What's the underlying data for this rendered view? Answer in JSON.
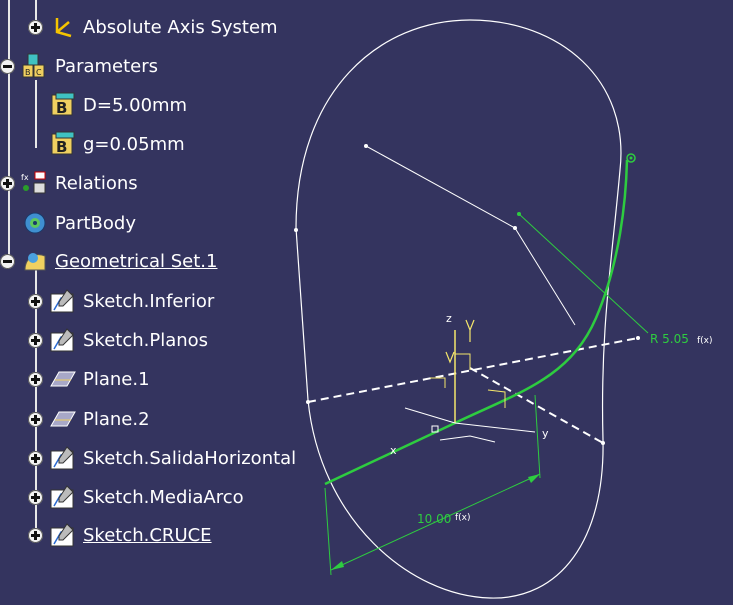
{
  "tree": {
    "items": [
      {
        "label": "Absolute Axis System",
        "expander": "plus",
        "icon": "axis-system-icon",
        "underline": false
      },
      {
        "label": "Parameters",
        "expander": "minus",
        "icon": "parameters-icon",
        "underline": false
      },
      {
        "label": "D=5.00mm",
        "expander": "none",
        "icon": "parameter-icon",
        "underline": false
      },
      {
        "label": "g=0.05mm",
        "expander": "none",
        "icon": "parameter-icon",
        "underline": false
      },
      {
        "label": "Relations",
        "expander": "plus",
        "icon": "relations-icon",
        "underline": false
      },
      {
        "label": "PartBody",
        "expander": "none",
        "icon": "partbody-icon",
        "underline": false
      },
      {
        "label": "Geometrical Set.1",
        "expander": "minus",
        "icon": "geometrical-set-icon",
        "underline": true
      },
      {
        "label": "Sketch.Inferior",
        "expander": "plus",
        "icon": "sketch-icon",
        "underline": false
      },
      {
        "label": "Sketch.Planos",
        "expander": "plus",
        "icon": "sketch-icon",
        "underline": false
      },
      {
        "label": "Plane.1",
        "expander": "plus",
        "icon": "plane-icon",
        "underline": false
      },
      {
        "label": "Plane.2",
        "expander": "plus",
        "icon": "plane-icon",
        "underline": false
      },
      {
        "label": "Sketch.SalidaHorizontal",
        "expander": "plus",
        "icon": "sketch-icon",
        "underline": false
      },
      {
        "label": "Sketch.MediaArco",
        "expander": "plus",
        "icon": "sketch-icon",
        "underline": false
      },
      {
        "label": "Sketch.CRUCE",
        "expander": "plus",
        "icon": "sketch-icon",
        "underline": true
      }
    ]
  },
  "viewport": {
    "dimension_radius": "R 5.05",
    "dimension_length": "10.00",
    "formula_marker": "f(x)",
    "axis_z": "z",
    "axis_x": "x",
    "axis_y": "y",
    "colors": {
      "background": "#34345f",
      "geometry": "#ffffff",
      "highlight": "#2ecc40",
      "axis": "#f5e66b"
    }
  }
}
